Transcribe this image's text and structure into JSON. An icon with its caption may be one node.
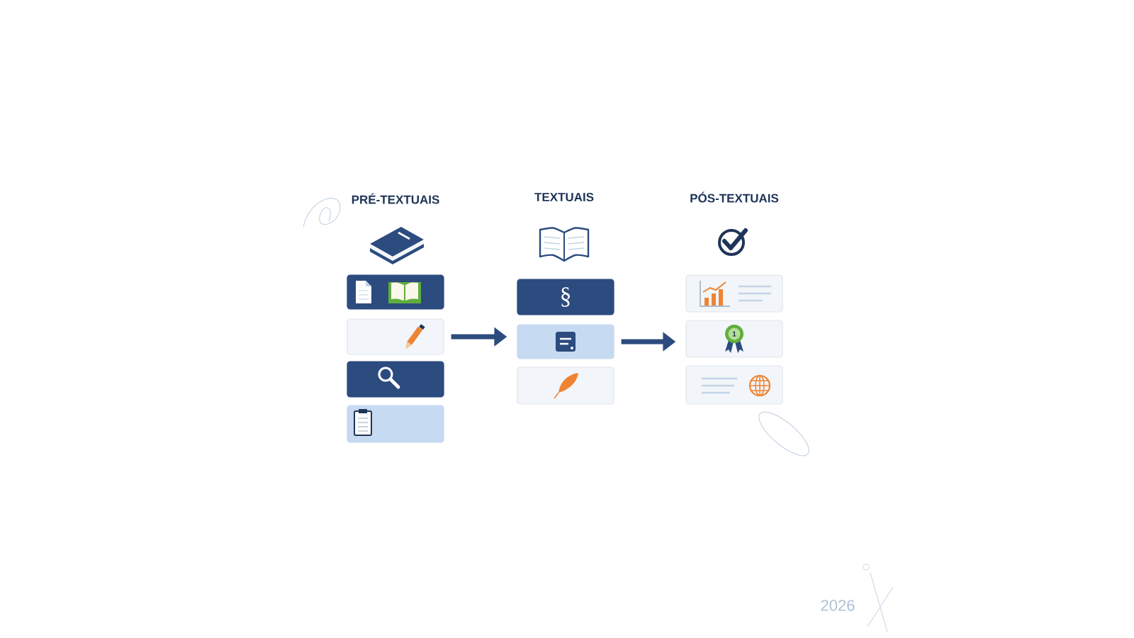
{
  "diagram": {
    "nodes": [
      {
        "text": [],
        "shape": "box"
      },
      {
        "text": [],
        "shape": "box"
      },
      {
        "text": [],
        "shape": "box"
      },
      {
        "text": [],
        "shape": "box"
      },
      {
        "text": [
          "§"
        ]
      },
      {
        "text": [],
        "shape": "box"
      },
      {
        "text": [],
        "shape": "box"
      },
      {
        "text": [],
        "shape": "box"
      },
      {
        "text": [],
        "shape": "box"
      },
      {
        "text": [],
        "shape": "box"
      }
    ],
    "edges": [
      {
        "from": 1,
        "to": 5,
        "arrow": "to"
      },
      {
        "from": 5,
        "to": 8,
        "arrow": "to"
      }
    ],
    "labels": [
      "PRÉ-TEXTUAIS",
      "TEXTUAIS",
      "PÓS-TEXTUAIS",
      "1",
      "2026"
    ]
  }
}
